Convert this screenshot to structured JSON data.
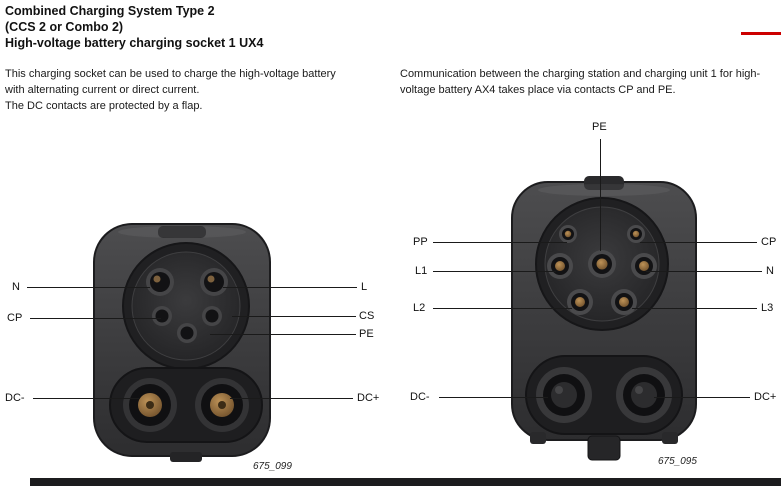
{
  "page": {
    "title_line1": "Combined Charging System Type 2",
    "title_line2": "(CCS 2 or Combo 2)",
    "title_line3": "High-voltage battery charging socket 1 UX4",
    "accent_color": "#cc0000",
    "footer_bar_color": "#1c1c1e"
  },
  "intro_left": {
    "paragraph1": "This charging socket can be used to charge the high-voltage battery with alternating current or direct current.",
    "paragraph2": "The DC contacts are protected by a flap."
  },
  "intro_right": {
    "paragraph1": "Communication between the charging station and charging unit 1 for high-voltage battery AX4 takes place via contacts CP and PE."
  },
  "figure_left": {
    "caption": "675_099",
    "labels": {
      "n": "N",
      "cp": "CP",
      "dc_minus": "DC-",
      "l": "L",
      "cs": "CS",
      "pe": "PE",
      "dc_plus": "DC+"
    }
  },
  "figure_right": {
    "caption": "675_095",
    "labels": {
      "pe": "PE",
      "pp": "PP",
      "l1": "L1",
      "l2": "L2",
      "dc_minus": "DC-",
      "cp": "CP",
      "n": "N",
      "l3": "L3",
      "dc_plus": "DC+"
    }
  }
}
